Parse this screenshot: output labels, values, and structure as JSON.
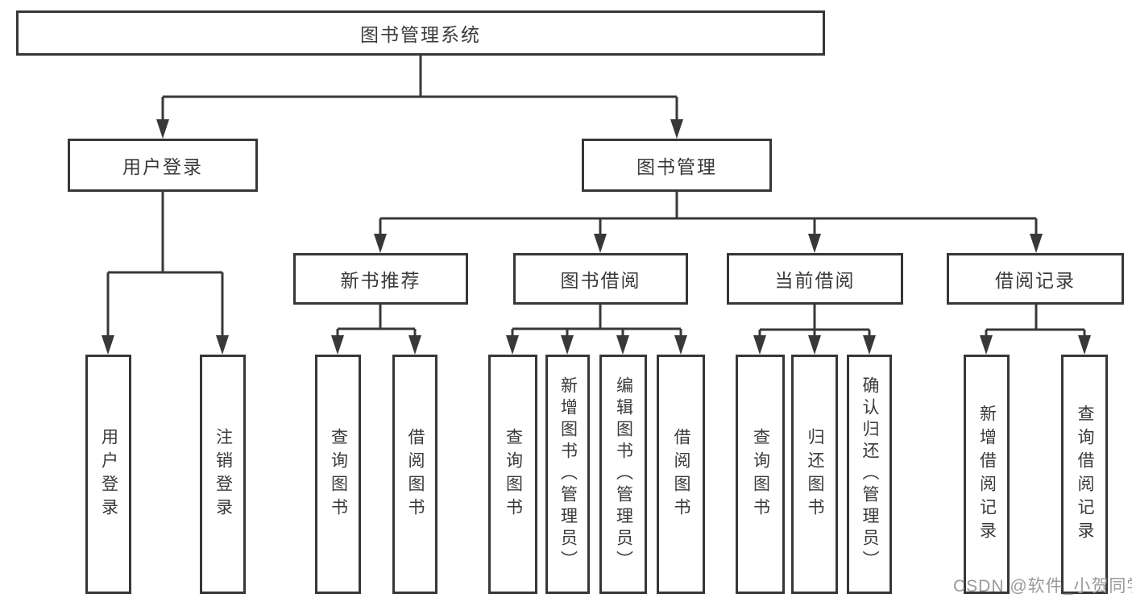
{
  "diagram": {
    "root": {
      "label": "图书管理系统"
    },
    "branches": [
      {
        "label": "用户登录",
        "children": [
          {
            "label": "用户登录"
          },
          {
            "label": "注销登录"
          }
        ]
      },
      {
        "label": "图书管理",
        "children": [
          {
            "label": "新书推荐",
            "children": [
              {
                "label": "查询图书"
              },
              {
                "label": "借阅图书"
              }
            ]
          },
          {
            "label": "图书借阅",
            "children": [
              {
                "label": "查询图书"
              },
              {
                "label": "新增图书（管理员）"
              },
              {
                "label": "编辑图书（管理员）"
              },
              {
                "label": "借阅图书"
              }
            ]
          },
          {
            "label": "当前借阅",
            "children": [
              {
                "label": "查询图书"
              },
              {
                "label": "归还图书"
              },
              {
                "label": "确认归还（管理员）"
              }
            ]
          },
          {
            "label": "借阅记录",
            "children": [
              {
                "label": "新增借阅记录"
              },
              {
                "label": "查询借阅记录"
              }
            ]
          }
        ]
      }
    ]
  },
  "watermark": {
    "text": "CSDN @软件_小贺同学"
  },
  "colors": {
    "line": "#383838",
    "box_border": "#373737",
    "text": "#3a3a3a",
    "watermark": "#9a9a9a",
    "background": "#ffffff"
  }
}
